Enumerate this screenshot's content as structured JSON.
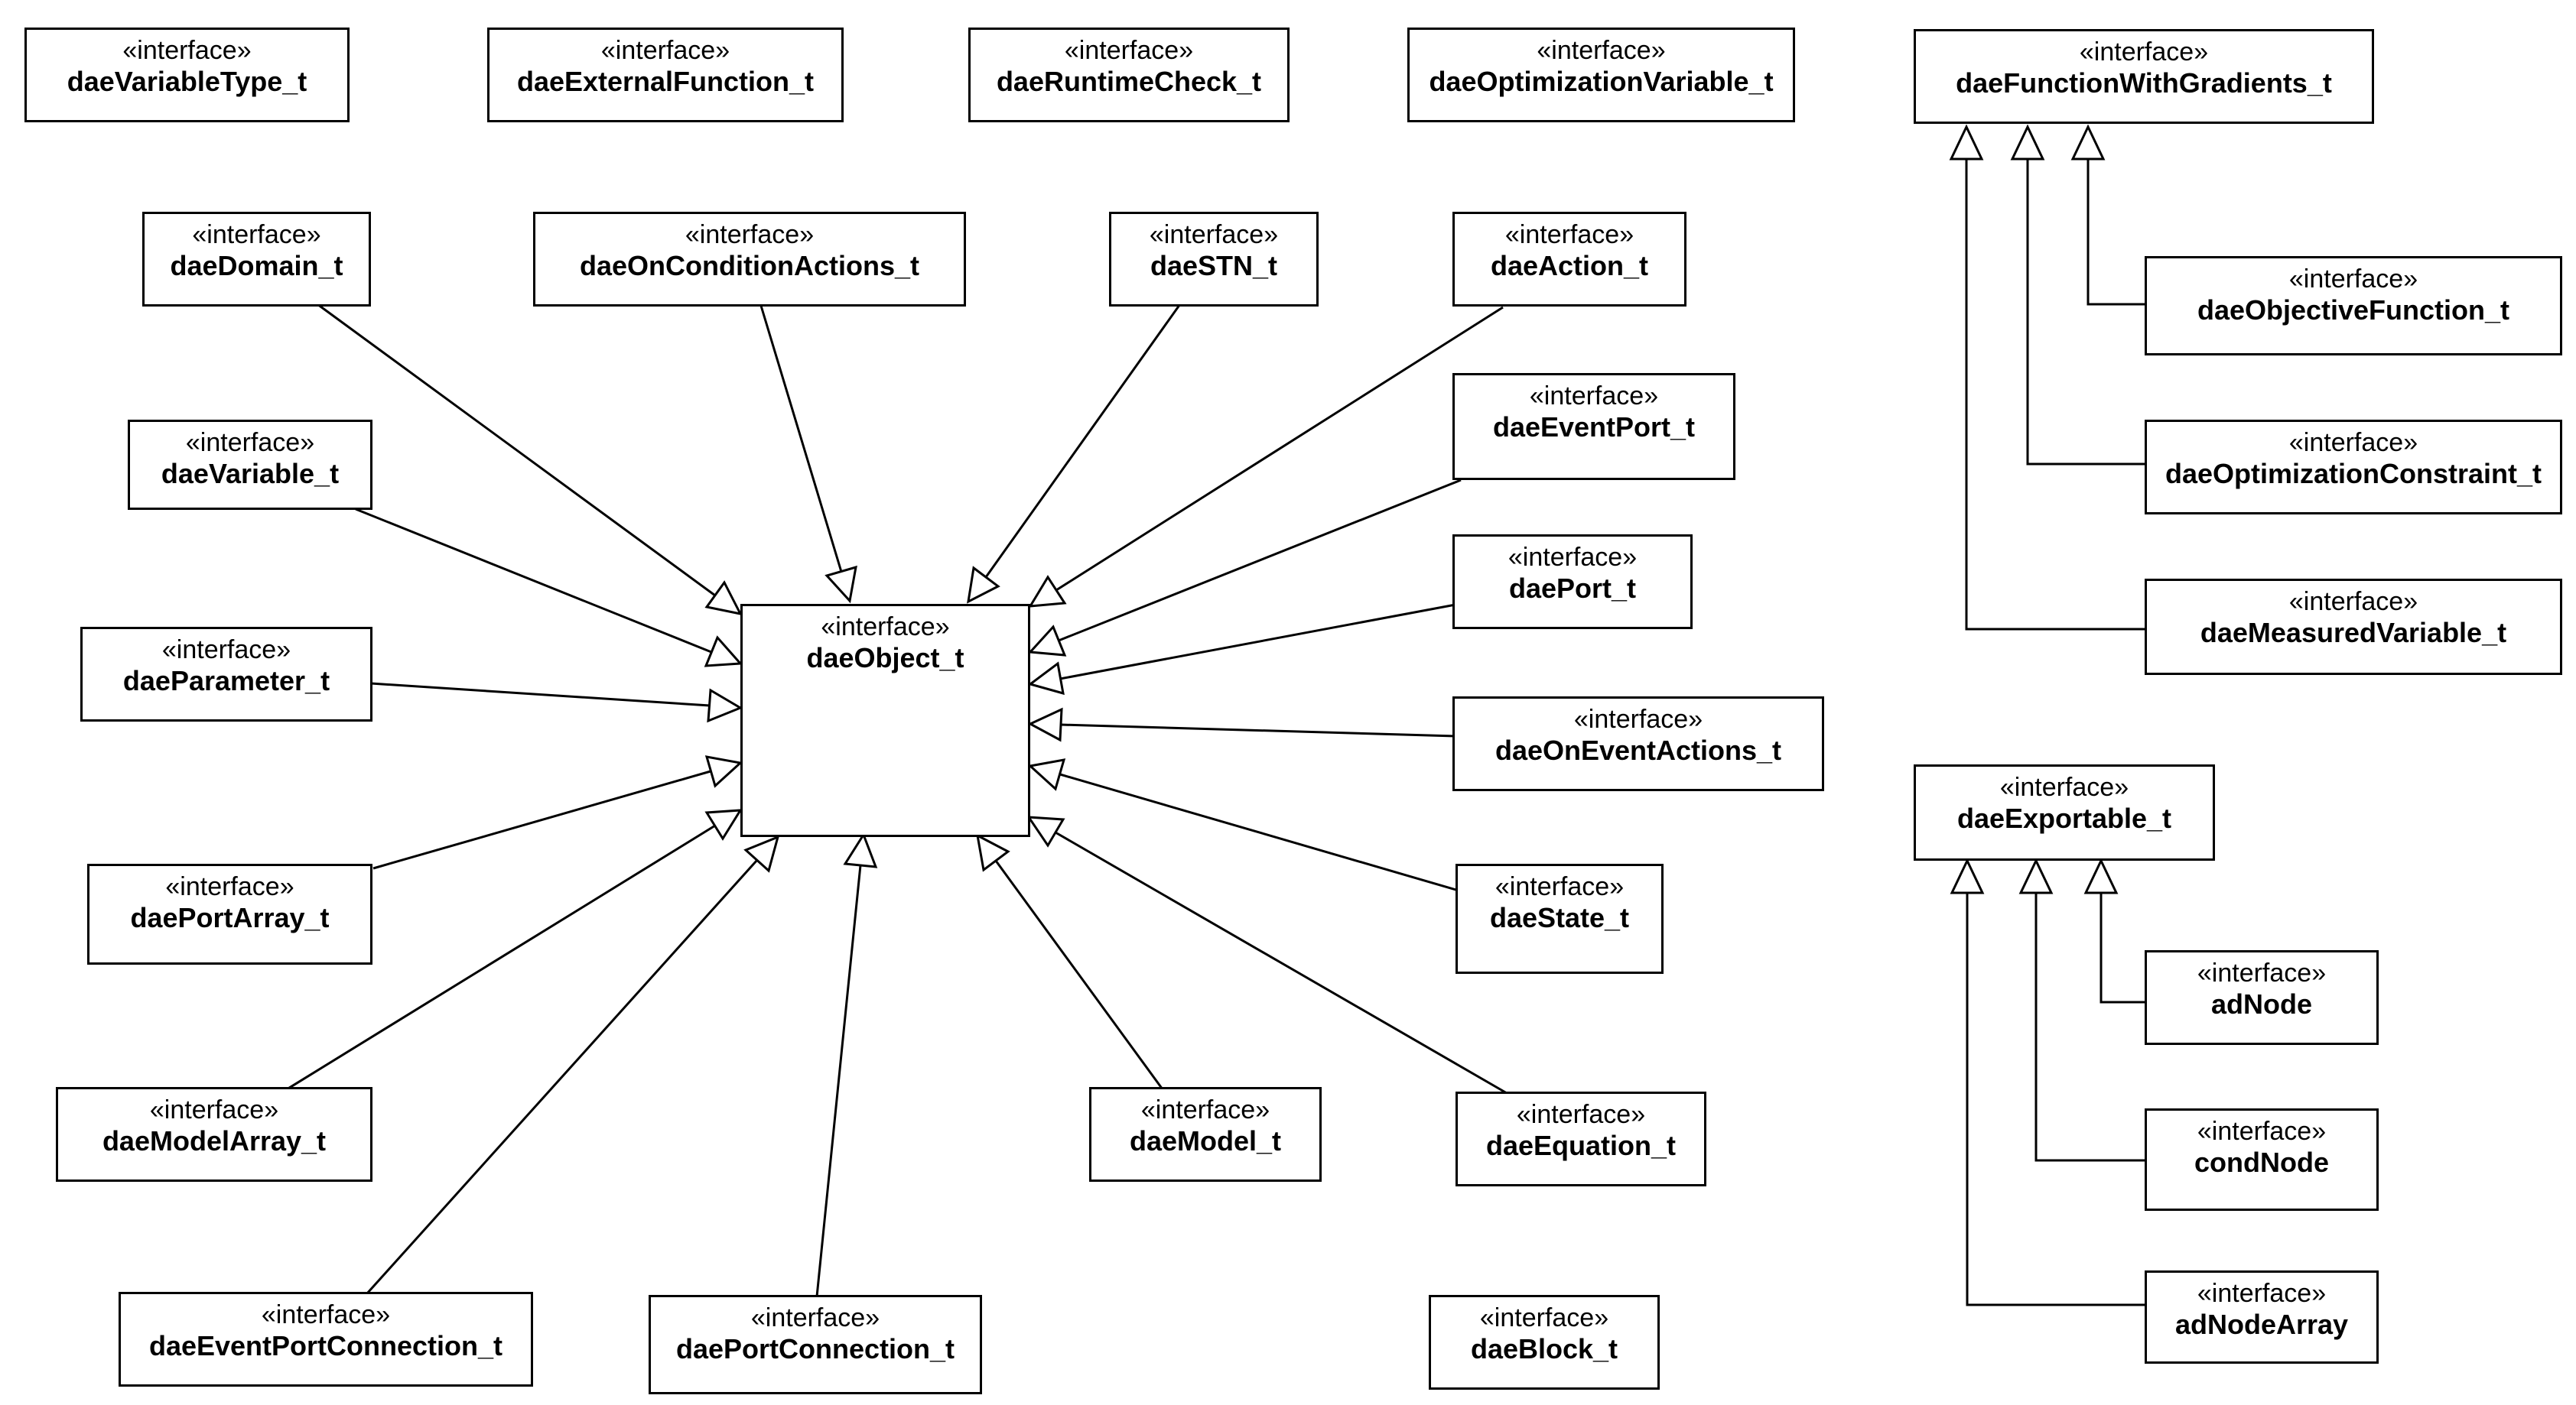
{
  "stereotype": "«interface»",
  "classes": {
    "daeVariableType_t": "daeVariableType_t",
    "daeExternalFunction_t": "daeExternalFunction_t",
    "daeRuntimeCheck_t": "daeRuntimeCheck_t",
    "daeOptimizationVariable_t": "daeOptimizationVariable_t",
    "daeFunctionWithGradients_t": "daeFunctionWithGradients_t",
    "daeDomain_t": "daeDomain_t",
    "daeOnConditionActions_t": "daeOnConditionActions_t",
    "daeSTN_t": "daeSTN_t",
    "daeAction_t": "daeAction_t",
    "daeEventPort_t": "daeEventPort_t",
    "daeVariable_t": "daeVariable_t",
    "daePort_t": "daePort_t",
    "daeObject_t": "daeObject_t",
    "daeParameter_t": "daeParameter_t",
    "daeOnEventActions_t": "daeOnEventActions_t",
    "daePortArray_t": "daePortArray_t",
    "daeState_t": "daeState_t",
    "daeModelArray_t": "daeModelArray_t",
    "daeModel_t": "daeModel_t",
    "daeEquation_t": "daeEquation_t",
    "daeEventPortConnection_t": "daeEventPortConnection_t",
    "daePortConnection_t": "daePortConnection_t",
    "daeBlock_t": "daeBlock_t",
    "daeObjectiveFunction_t": "daeObjectiveFunction_t",
    "daeOptimizationConstraint_t": "daeOptimizationConstraint_t",
    "daeMeasuredVariable_t": "daeMeasuredVariable_t",
    "daeExportable_t": "daeExportable_t",
    "adNode": "adNode",
    "condNode": "condNode",
    "adNodeArray": "adNodeArray"
  },
  "relationships": [
    {
      "type": "generalization",
      "from": "daeDomain_t",
      "to": "daeObject_t"
    },
    {
      "type": "generalization",
      "from": "daeVariable_t",
      "to": "daeObject_t"
    },
    {
      "type": "generalization",
      "from": "daeParameter_t",
      "to": "daeObject_t"
    },
    {
      "type": "generalization",
      "from": "daePortArray_t",
      "to": "daeObject_t"
    },
    {
      "type": "generalization",
      "from": "daeModelArray_t",
      "to": "daeObject_t"
    },
    {
      "type": "generalization",
      "from": "daeEventPortConnection_t",
      "to": "daeObject_t"
    },
    {
      "type": "generalization",
      "from": "daePortConnection_t",
      "to": "daeObject_t"
    },
    {
      "type": "generalization",
      "from": "daeModel_t",
      "to": "daeObject_t"
    },
    {
      "type": "generalization",
      "from": "daeEquation_t",
      "to": "daeObject_t"
    },
    {
      "type": "generalization",
      "from": "daeState_t",
      "to": "daeObject_t"
    },
    {
      "type": "generalization",
      "from": "daeOnEventActions_t",
      "to": "daeObject_t"
    },
    {
      "type": "generalization",
      "from": "daePort_t",
      "to": "daeObject_t"
    },
    {
      "type": "generalization",
      "from": "daeEventPort_t",
      "to": "daeObject_t"
    },
    {
      "type": "generalization",
      "from": "daeAction_t",
      "to": "daeObject_t"
    },
    {
      "type": "generalization",
      "from": "daeSTN_t",
      "to": "daeObject_t"
    },
    {
      "type": "generalization",
      "from": "daeOnConditionActions_t",
      "to": "daeObject_t"
    },
    {
      "type": "generalization",
      "from": "daeObjectiveFunction_t",
      "to": "daeFunctionWithGradients_t"
    },
    {
      "type": "generalization",
      "from": "daeOptimizationConstraint_t",
      "to": "daeFunctionWithGradients_t"
    },
    {
      "type": "generalization",
      "from": "daeMeasuredVariable_t",
      "to": "daeFunctionWithGradients_t"
    },
    {
      "type": "generalization",
      "from": "adNode",
      "to": "daeExportable_t"
    },
    {
      "type": "generalization",
      "from": "condNode",
      "to": "daeExportable_t"
    },
    {
      "type": "generalization",
      "from": "adNodeArray",
      "to": "daeExportable_t"
    }
  ]
}
